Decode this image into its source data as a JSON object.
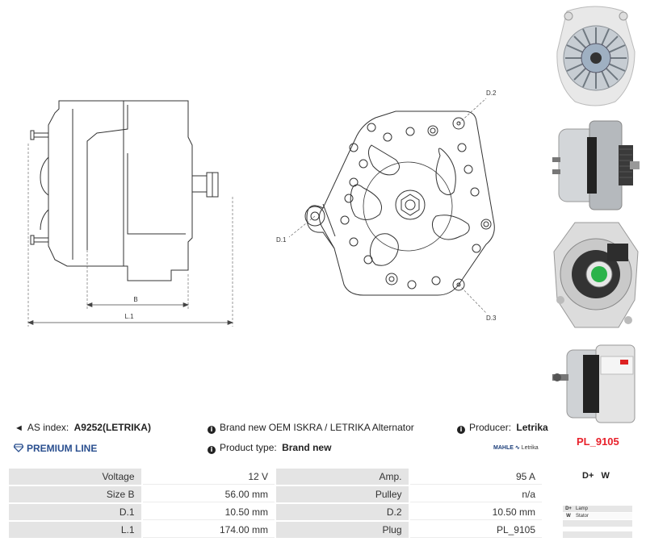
{
  "drawing": {
    "label_b": "B",
    "label_l1": "L.1",
    "label_d1": "D.1",
    "label_d2": "D.2",
    "label_d3": "D.3"
  },
  "info": {
    "as_index_label": "AS index:",
    "as_index_value": "A9252(LETRIKA)",
    "description": "Brand new OEM ISKRA / LETRIKA Alternator",
    "producer_label": "Producer:",
    "producer_value": "Letrika",
    "premium_line": "PREMIUM LINE",
    "product_type_label": "Product type:",
    "product_type_value": "Brand new",
    "brand_logo_text": "MAHLE",
    "brand_logo_sub": "Letrika",
    "plug_code": "PL_9105"
  },
  "specs": [
    {
      "label1": "Voltage",
      "value1": "12 V",
      "label2": "Amp.",
      "value2": "95 A"
    },
    {
      "label1": "Size B",
      "value1": "56.00 mm",
      "label2": "Pulley",
      "value2": "n/a"
    },
    {
      "label1": "D.1",
      "value1": "10.50 mm",
      "label2": "D.2",
      "value2": "10.50 mm"
    },
    {
      "label1": "L.1",
      "value1": "174.00 mm",
      "label2": "Plug",
      "value2": "PL_9105"
    }
  ],
  "plug": {
    "header": "D+   W",
    "rows": [
      {
        "code": "D+",
        "text": "Lamp"
      },
      {
        "code": "W",
        "text": "Stator"
      }
    ]
  },
  "colors": {
    "premium": "#2a4f8f",
    "plug_code": "#e8202a",
    "table_label_bg": "#e4e4e4"
  }
}
